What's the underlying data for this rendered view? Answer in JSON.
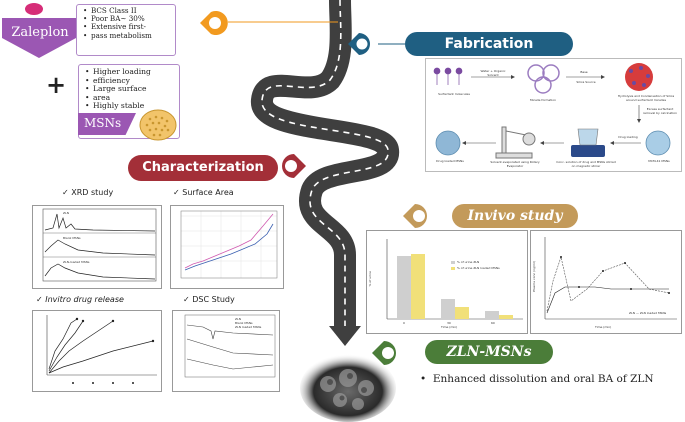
{
  "zaleplon": {
    "label": "Zaleplon",
    "properties": [
      "BCS Class II",
      "Poor BA~ 30%",
      "Extensive first-",
      "pass metabolism"
    ]
  },
  "plus_sign": "+",
  "msns": {
    "label": "MSNs",
    "properties": [
      "Higher loading",
      "efficiency",
      "Large surface",
      "area",
      "Highly stable"
    ]
  },
  "stages": {
    "fabrication": "Fabrication",
    "characterization": "Characterization",
    "invivo": "Invivo study",
    "zln_msns": "ZLN-MSNs"
  },
  "fabrication_steps": {
    "surfactant": "Surfactant molecules",
    "water_organic": "Water + Organic Solvent",
    "micelle": "Micelle formation",
    "base": "Base",
    "silica_source": "Silica Source",
    "hydrolysis": "Hydrolysis and Condensation of Silica around surfactant micelles",
    "excess": "Excess surfactant removal by calcination",
    "drug_loaded": "Drug loaded MSNs",
    "solvent_evap": "Solvent evaporated using Rotary Evaporator",
    "conc_solution": "Conc. solution of drug and MSNs stirred on magnetic stirrer",
    "drug_loading": "Drug loading",
    "mcm41": "MCM-41 MSNs"
  },
  "studies": {
    "xrd": "XRD study",
    "surface_area": "Surface Area",
    "invitro": "Invitro drug release",
    "dsc": "DSC Study"
  },
  "xrd_labels": [
    "ZLN",
    "Blank MSNs",
    "ZLN-loaded MSNs"
  ],
  "dsc_legend": [
    "ZLN",
    "Blank MSNs",
    "ZLN loaded MSNs"
  ],
  "invivo_bar": {
    "legend": [
      "% of urine ZLN",
      "% of urine ZLN loaded MSNs"
    ],
    "xlabel": "Time (min)",
    "ylabel": "% of urine",
    "categories": [
      "0",
      "30",
      "60"
    ],
    "series_a": [
      63,
      20,
      8
    ],
    "series_b": [
      65,
      12,
      4
    ],
    "colors": [
      "#cfcfcf",
      "#f1e079"
    ]
  },
  "invivo_line": {
    "xlabel": "Time (min)",
    "ylabel": "Plasma conc (ng/ml)",
    "legend": [
      "ZLN",
      "ZLN loaded MSNs"
    ]
  },
  "conclusion": "Enhanced dissolution and oral BA of ZLN",
  "colors": {
    "purple": "#9b57b3",
    "fabrication": "#1f5f82",
    "characterization": "#a32f38",
    "invivo": "#c39a5a",
    "zln": "#4b7d39",
    "orange_pin": "#f29a1f",
    "road": "#3f3f3f"
  },
  "chart_data": [
    {
      "type": "bar",
      "categories": [
        "0",
        "30",
        "60"
      ],
      "series": [
        {
          "name": "% of urine ZLN",
          "values": [
            63,
            20,
            8
          ]
        },
        {
          "name": "% of urine ZLN loaded MSNs",
          "values": [
            65,
            12,
            4
          ]
        }
      ],
      "title": "",
      "xlabel": "Time (min)",
      "ylabel": "% of urine",
      "ylim": [
        0,
        80
      ]
    }
  ]
}
